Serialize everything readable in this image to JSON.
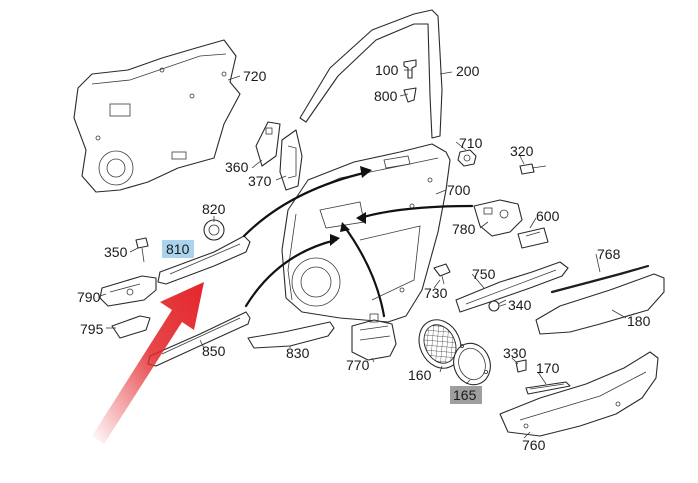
{
  "diagram": {
    "labels": {
      "p720": "720",
      "p100": "100",
      "p200": "200",
      "p800": "800",
      "p710": "710",
      "p320": "320",
      "p360": "360",
      "p370": "370",
      "p700": "700",
      "p820": "820",
      "p600": "600",
      "p780": "780",
      "p350": "350",
      "p810": "810",
      "p768": "768",
      "p750": "750",
      "p790": "790",
      "p730": "730",
      "p340": "340",
      "p180": "180",
      "p795": "795",
      "p850": "850",
      "p830": "830",
      "p770": "770",
      "p330": "330",
      "p160": "160",
      "p170": "170",
      "p165": "165",
      "p760": "760"
    },
    "highlights": {
      "p810": "#a9d4ec",
      "p165": "#9e9e9e"
    },
    "arrow_color": "#e3262a"
  }
}
